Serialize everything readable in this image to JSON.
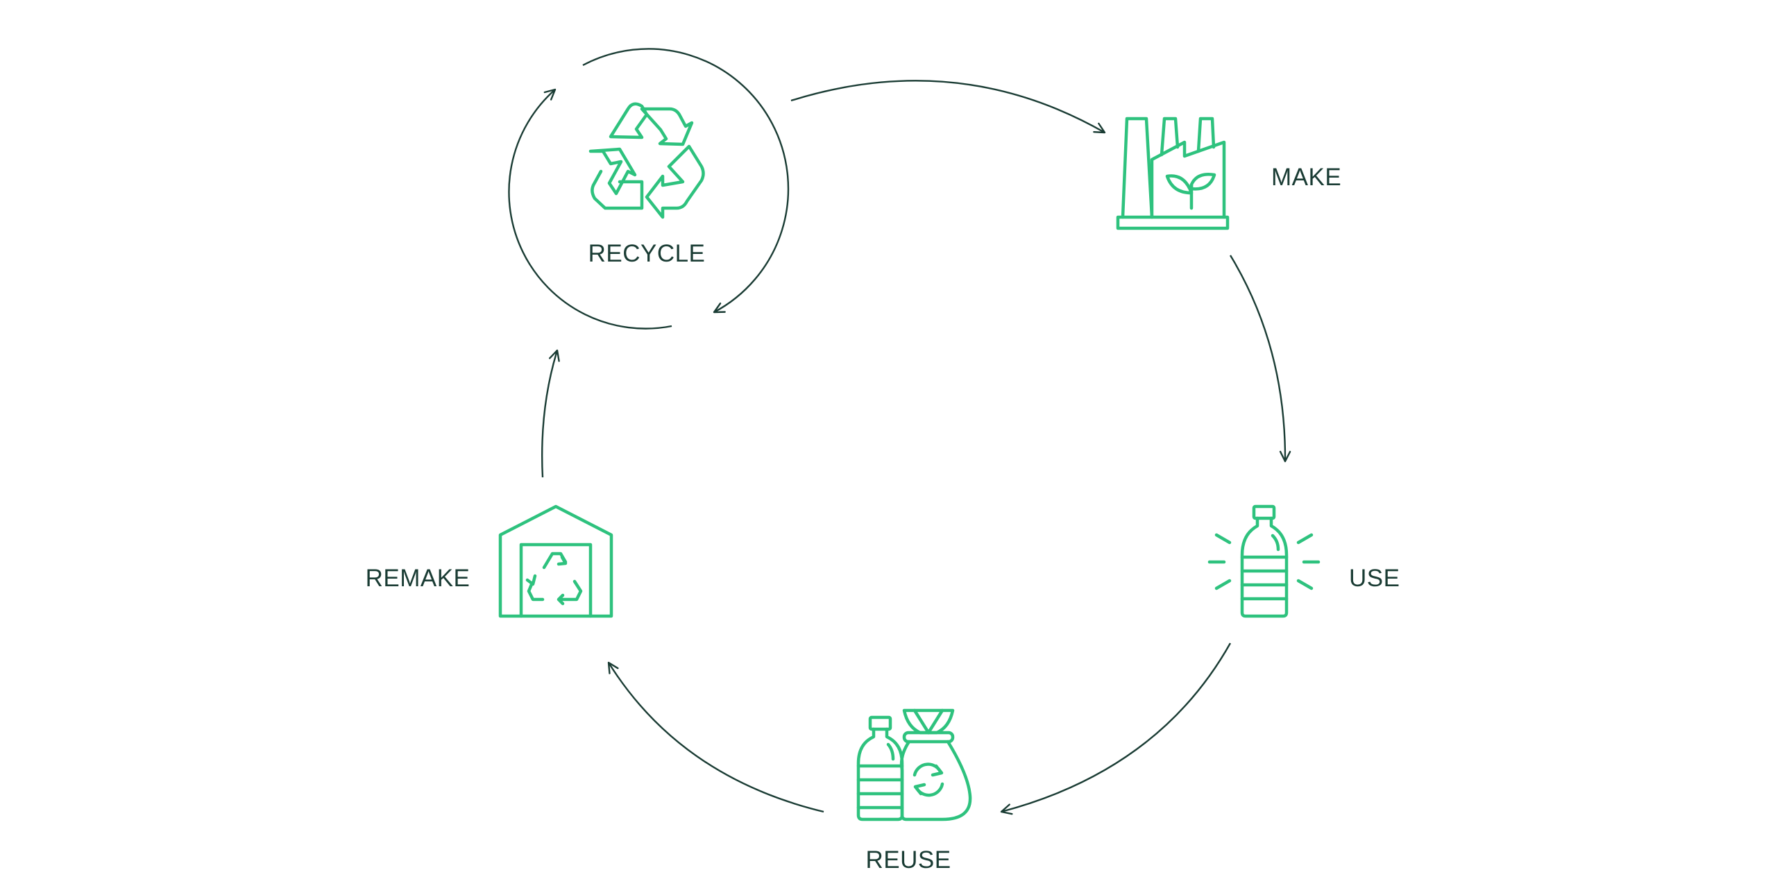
{
  "stages": {
    "recycle": {
      "label": "RECYCLE",
      "icon": "recycle-icon"
    },
    "make": {
      "label": "MAKE",
      "icon": "factory-icon"
    },
    "use": {
      "label": "USE",
      "icon": "bottle-icon"
    },
    "reuse": {
      "label": "REUSE",
      "icon": "bottle-bag-icon"
    },
    "remake": {
      "label": "REMAKE",
      "icon": "warehouse-recycle-icon"
    }
  },
  "colors": {
    "icon_stroke": "#2ec27e",
    "text": "#1a3c34",
    "arrows": "#1a3c34",
    "background": "#ffffff"
  }
}
